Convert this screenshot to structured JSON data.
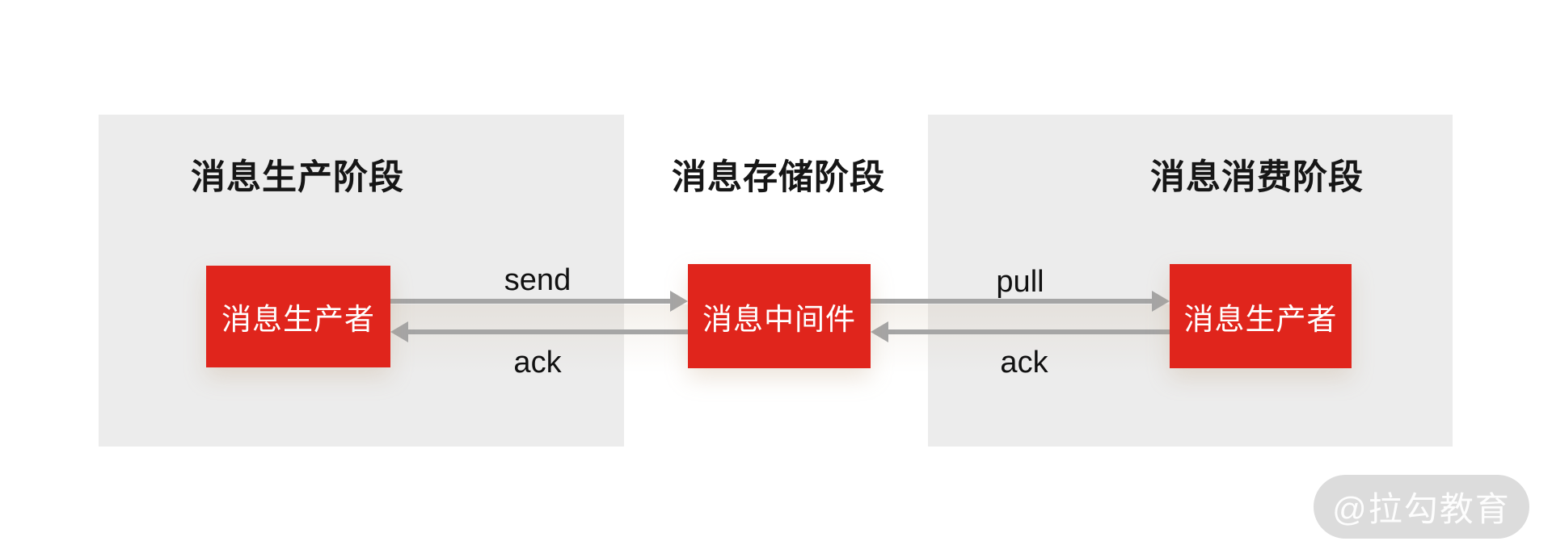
{
  "diagram": {
    "description_visible_only": "message-queue three stage flow diagram",
    "stages": [
      {
        "title": "消息生产阶段",
        "node": "消息生产者"
      },
      {
        "title": "消息存储阶段",
        "node": "消息中间件"
      },
      {
        "title": "消息消费阶段",
        "node": "消息生产者"
      }
    ],
    "arrows": [
      {
        "label": "send",
        "from": "消息生产者",
        "to": "消息中间件",
        "direction": "right"
      },
      {
        "label": "ack",
        "from": "消息中间件",
        "to": "消息生产者",
        "direction": "left"
      },
      {
        "label": "pull",
        "from": "消息中间件",
        "to": "消息生产者",
        "direction": "right"
      },
      {
        "label": "ack",
        "from": "消息生产者",
        "to": "消息中间件",
        "direction": "left"
      }
    ]
  },
  "watermark": {
    "text": "@拉勾教育"
  },
  "colors": {
    "node_red": "#e0251c",
    "panel_gray": "#ececec",
    "arrow_gray": "#a5a5a5",
    "title_text": "#161616",
    "node_text": "#ffffff",
    "watermark_bg": "#dcdcdc",
    "watermark_text": "#ffffff",
    "page_bg": "#ffffff"
  }
}
